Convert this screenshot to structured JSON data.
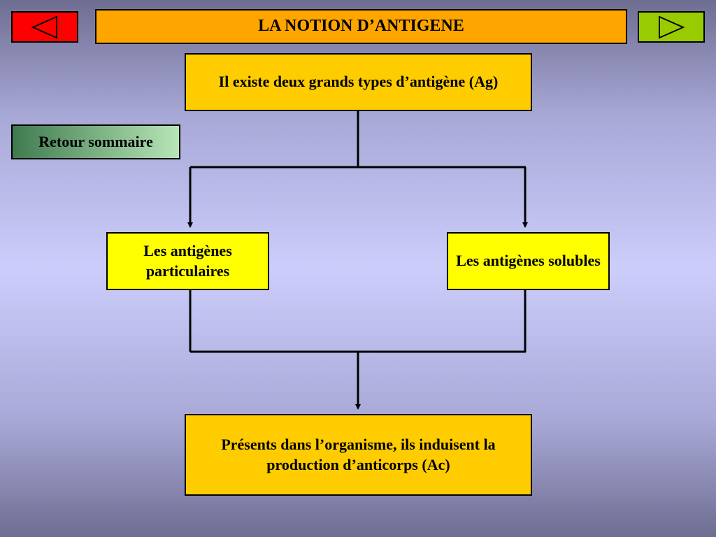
{
  "header": {
    "title": "LA NOTION D’ANTIGENE"
  },
  "navigation": {
    "prev_icon": "triangle-left-icon",
    "next_icon": "triangle-right-icon",
    "prev_color": "#ff0000",
    "next_color": "#99cc00"
  },
  "sidebar": {
    "back_label": "Retour sommaire"
  },
  "diagram": {
    "root": "Il existe deux grands types d’antigène (Ag)",
    "left": "Les antigènes particulaires",
    "right": "Les antigènes solubles",
    "bottom": "Présents dans l’organisme, ils induisent la production d’anticorps (Ac)"
  },
  "colors": {
    "title_bg": "#ffa500",
    "root_bg": "#ffcc00",
    "branch_bg": "#ffff00",
    "bottom_bg": "#ffcc00"
  }
}
